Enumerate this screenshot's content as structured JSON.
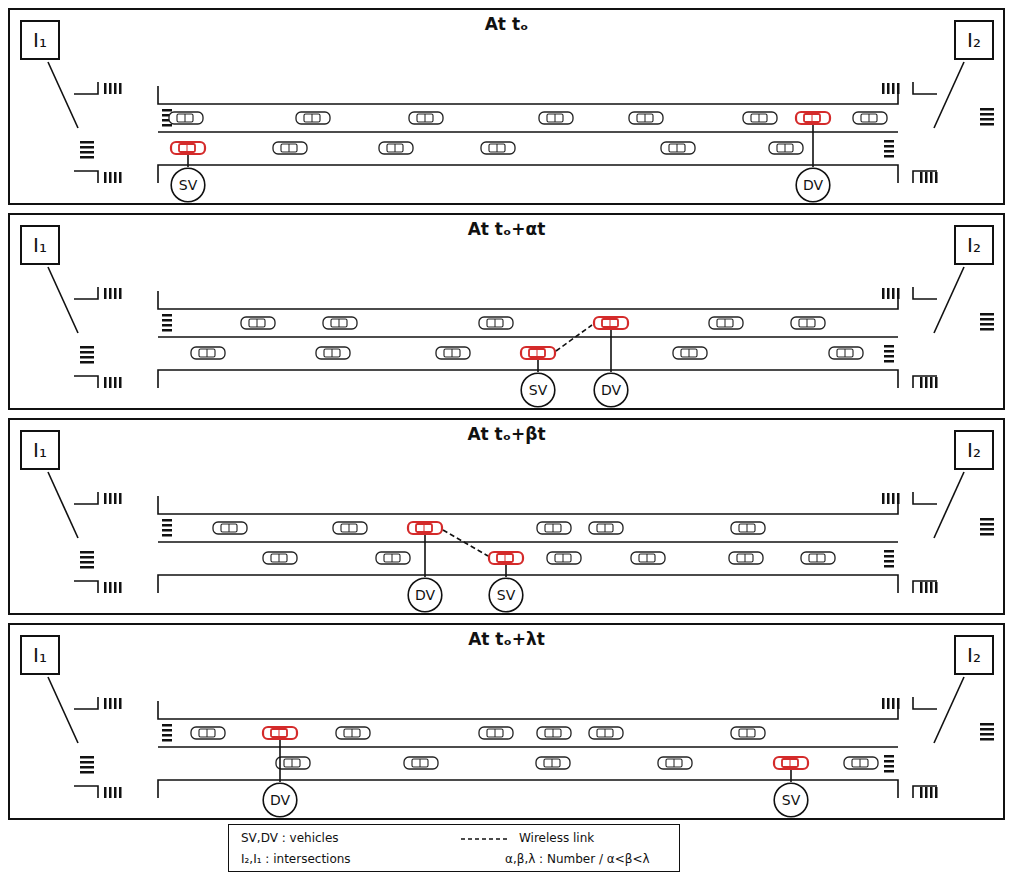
{
  "diagram": {
    "nodes": [
      {
        "text": [
          "At tₒ"
        ]
      },
      {
        "text": [
          "I₁"
        ],
        "in": 0
      },
      {
        "text": [
          "I₂"
        ],
        "in": 0
      },
      {
        "text": [
          "SV"
        ],
        "in": 0
      },
      {
        "text": [
          "DV"
        ],
        "in": 0
      },
      {
        "text": [
          "At tₒ+αt"
        ]
      },
      {
        "text": [
          "I₁"
        ],
        "in": 5
      },
      {
        "text": [
          "I₂"
        ],
        "in": 5
      },
      {
        "text": [
          "SV"
        ],
        "in": 5
      },
      {
        "text": [
          "DV"
        ],
        "in": 5
      },
      {
        "text": [
          "At tₒ+βt"
        ]
      },
      {
        "text": [
          "I₁"
        ],
        "in": 10
      },
      {
        "text": [
          "I₂"
        ],
        "in": 10
      },
      {
        "text": [
          "DV"
        ],
        "in": 10
      },
      {
        "text": [
          "SV"
        ],
        "in": 10
      },
      {
        "text": [
          "At tₒ+λt"
        ]
      },
      {
        "text": [
          "I₁"
        ],
        "in": 15
      },
      {
        "text": [
          "I₂"
        ],
        "in": 15
      },
      {
        "text": [
          "DV"
        ],
        "in": 15
      },
      {
        "text": [
          "SV"
        ],
        "in": 15
      }
    ],
    "legend": [
      {
        "text": "SV,DV : vehicles"
      },
      {
        "text": "Wireless link"
      },
      {
        "text": "I₂,I₁ : intersections"
      },
      {
        "text": "α,β,λ : Number / α<β<λ"
      }
    ]
  }
}
